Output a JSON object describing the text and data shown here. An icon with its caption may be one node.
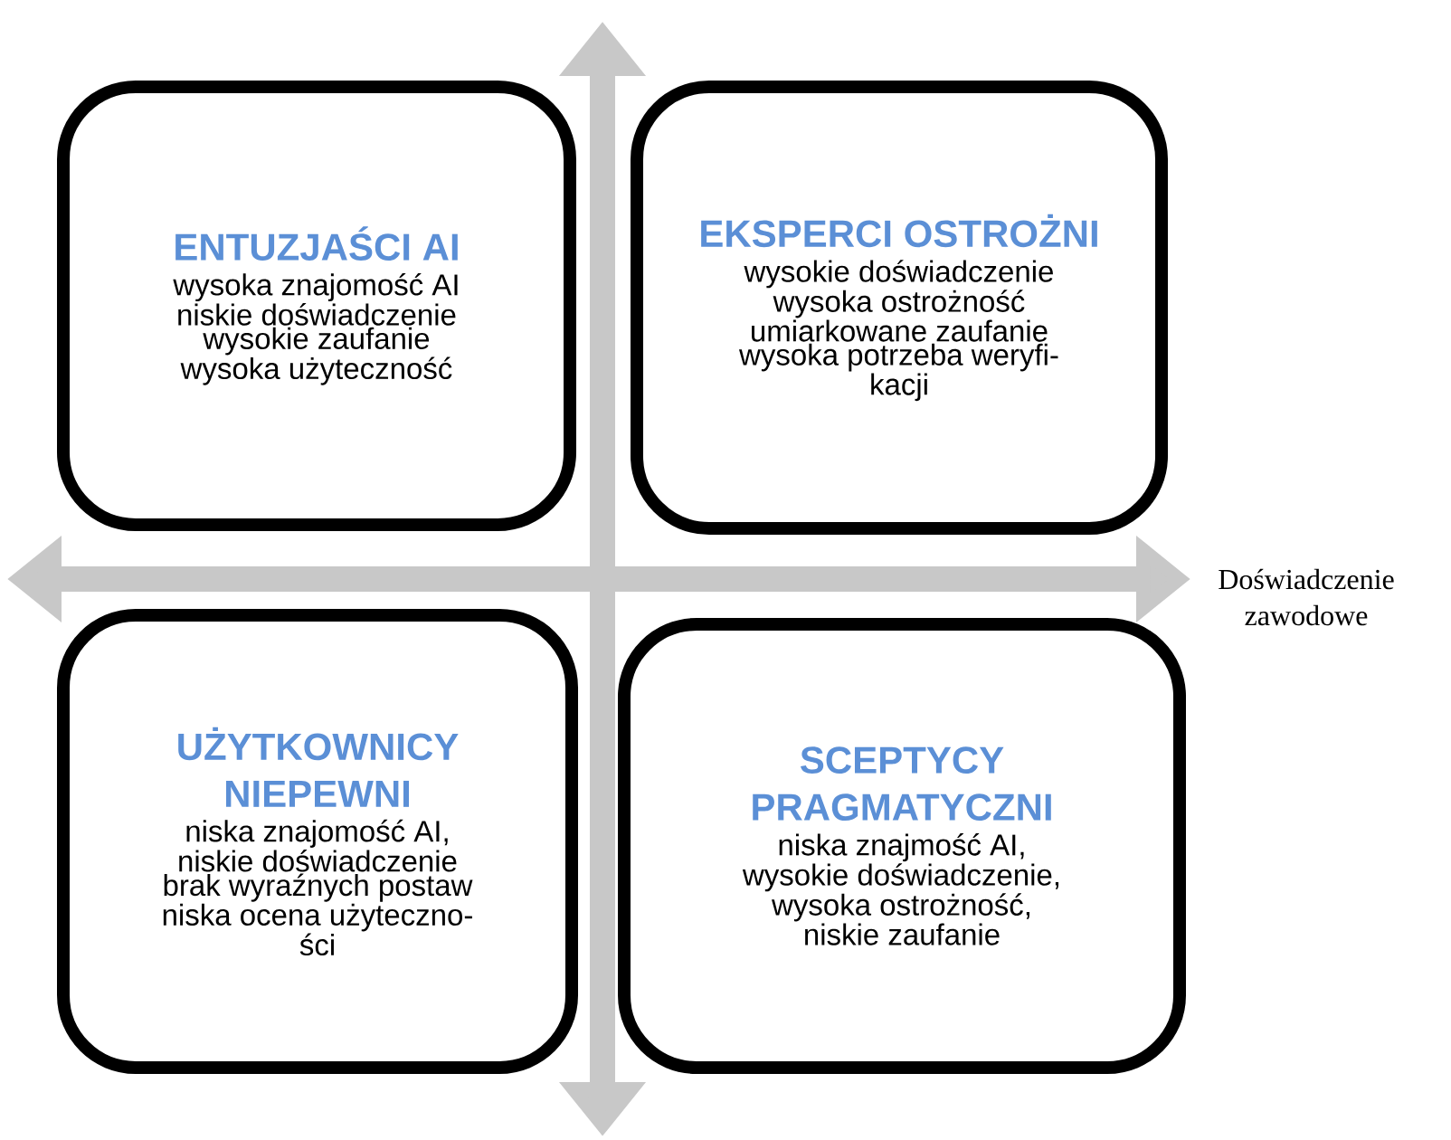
{
  "diagram": {
    "nodes": [
      {
        "text": [
          "ENTUZJAŚCI AI",
          "wysoka znajomość AI",
          "niskie doświadczenie",
          "wysokie zaufanie",
          "wysoka użyteczność"
        ]
      },
      {
        "text": [
          "EKSPERCI OSTROŻNI",
          "wysokie doświadczenie",
          "wysoka ostrożność",
          "umiarkowane zaufanie",
          "wysoka potrzeba weryfi-",
          "kacji"
        ]
      },
      {
        "text": [
          "UŻYTKOWNICY NIEPEWNI",
          "niska znajomość AI,",
          "niskie doświadczenie",
          "brak wyraźnych postaw",
          "niska ocena użyteczno-",
          "ści"
        ]
      },
      {
        "text": [
          "SCEPTYCY PRAGMATYCZNI",
          "niska znajmość AI,",
          "wysokie doświadczenie,",
          "wysoka ostrożność,",
          "niskie zaufanie"
        ]
      }
    ],
    "labels": [
      "Doświadczenie zawodowe"
    ]
  }
}
